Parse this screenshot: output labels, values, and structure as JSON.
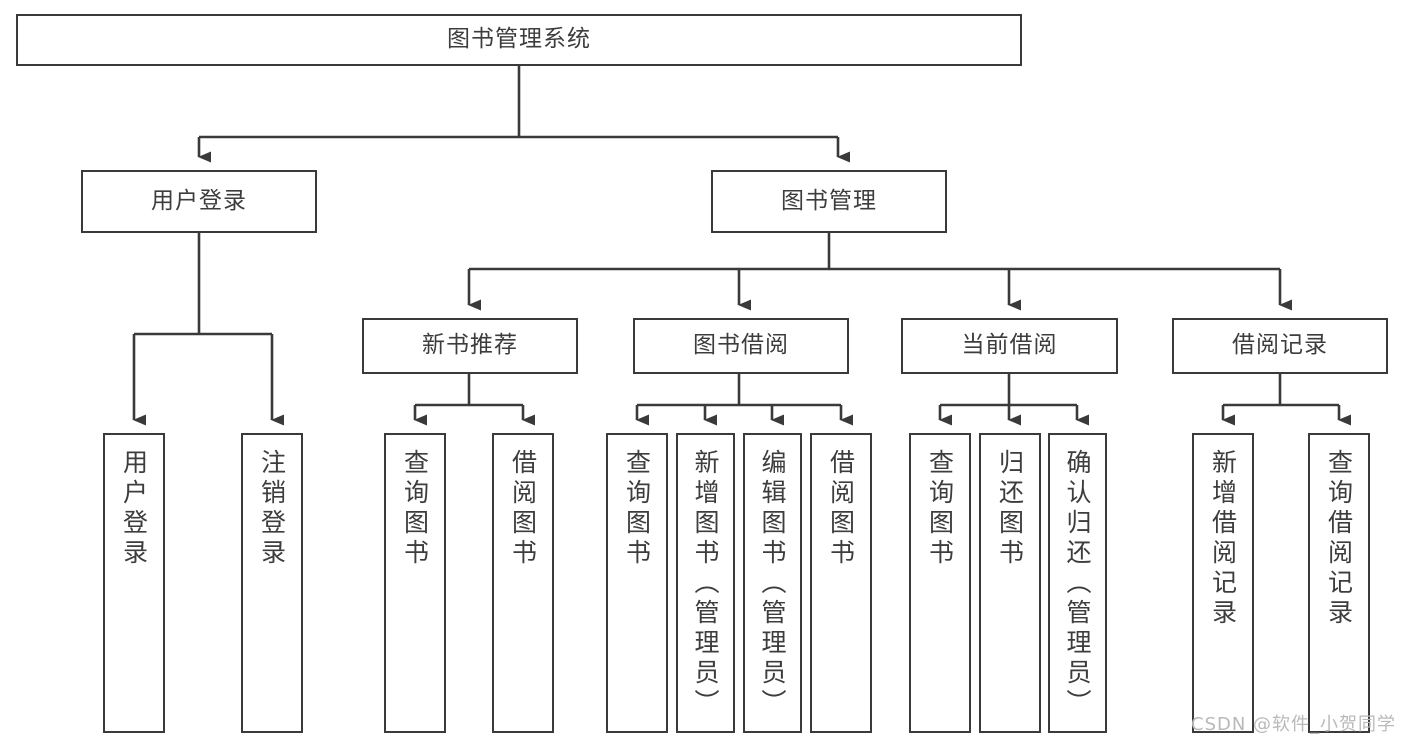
{
  "diagram": {
    "title": "图书管理系统",
    "type": "hierarchy-tree",
    "orientation": "top-down",
    "colors": {
      "box_border": "#3a3a3a",
      "box_fill": "#ffffff",
      "text": "#3d3d3d",
      "edge": "#3a3a3a",
      "watermark": "#b9b9b9",
      "background": "#ffffff"
    },
    "watermark": "CSDN @软件_小贺同学",
    "levels": {
      "level1": [
        "图书管理系统"
      ],
      "level2": [
        "用户登录",
        "图书管理"
      ],
      "level3": [
        "新书推荐",
        "图书借阅",
        "当前借阅",
        "借阅记录"
      ],
      "level4": [
        "用户登录",
        "注销登录",
        "查询图书",
        "借阅图书",
        "查询图书",
        "新增图书（管理员）",
        "编辑图书（管理员）",
        "借阅图书",
        "查询图书",
        "归还图书",
        "确认归还（管理员）",
        "新增借阅记录",
        "查询借阅记录"
      ]
    },
    "nodes": {
      "root": {
        "label": "图书管理系统"
      },
      "user_login": {
        "label": "用户登录"
      },
      "book_mgmt": {
        "label": "图书管理"
      },
      "new_book_rec": {
        "label": "新书推荐"
      },
      "book_borrow": {
        "label": "图书借阅"
      },
      "current_borrow": {
        "label": "当前借阅"
      },
      "borrow_record": {
        "label": "借阅记录"
      },
      "leaf_user_login": {
        "label": "用户登录"
      },
      "leaf_logout": {
        "label": "注销登录"
      },
      "leaf_query_book_1": {
        "label": "查询图书"
      },
      "leaf_borrow_book_1": {
        "label": "借阅图书"
      },
      "leaf_query_book_2": {
        "label": "查询图书"
      },
      "leaf_add_book": {
        "label": "新增图书（管理员）"
      },
      "leaf_edit_book": {
        "label": "编辑图书（管理员）"
      },
      "leaf_borrow_book_2": {
        "label": "借阅图书"
      },
      "leaf_query_book_3": {
        "label": "查询图书"
      },
      "leaf_return_book": {
        "label": "归还图书"
      },
      "leaf_confirm_return": {
        "label": "确认归还（管理员）"
      },
      "leaf_add_record": {
        "label": "新增借阅记录"
      },
      "leaf_query_record": {
        "label": "查询借阅记录"
      }
    },
    "edges": [
      {
        "from": "root",
        "to": "user_login"
      },
      {
        "from": "root",
        "to": "book_mgmt"
      },
      {
        "from": "user_login",
        "to": "leaf_user_login"
      },
      {
        "from": "user_login",
        "to": "leaf_logout"
      },
      {
        "from": "book_mgmt",
        "to": "new_book_rec"
      },
      {
        "from": "book_mgmt",
        "to": "book_borrow"
      },
      {
        "from": "book_mgmt",
        "to": "current_borrow"
      },
      {
        "from": "book_mgmt",
        "to": "borrow_record"
      },
      {
        "from": "new_book_rec",
        "to": "leaf_query_book_1"
      },
      {
        "from": "new_book_rec",
        "to": "leaf_borrow_book_1"
      },
      {
        "from": "book_borrow",
        "to": "leaf_query_book_2"
      },
      {
        "from": "book_borrow",
        "to": "leaf_add_book"
      },
      {
        "from": "book_borrow",
        "to": "leaf_edit_book"
      },
      {
        "from": "book_borrow",
        "to": "leaf_borrow_book_2"
      },
      {
        "from": "current_borrow",
        "to": "leaf_query_book_3"
      },
      {
        "from": "current_borrow",
        "to": "leaf_return_book"
      },
      {
        "from": "current_borrow",
        "to": "leaf_confirm_return"
      },
      {
        "from": "borrow_record",
        "to": "leaf_add_record"
      },
      {
        "from": "borrow_record",
        "to": "leaf_query_record"
      }
    ]
  }
}
